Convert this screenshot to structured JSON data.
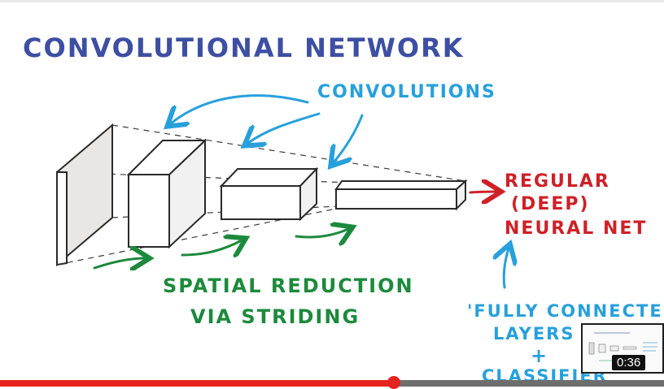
{
  "title": "CONVOLUTIONAL NETWORK",
  "labels": {
    "convolutions": "CONVOLUTIONS",
    "regular_line1": "REGULAR",
    "regular_line2": "(DEEP)",
    "regular_line3": "NEURAL NET",
    "spatial_line1": "SPATIAL REDUCTION",
    "spatial_line2": "VIA STRIDING",
    "fc_line1": "'FULLY CONNECTED'",
    "fc_line2": "LAYERS",
    "fc_plus": "+",
    "fc_line3": "CLASSIFIER"
  },
  "player": {
    "progress_fraction": 0.593,
    "preview_time": "0:36"
  },
  "colors": {
    "title": "#3d4fa3",
    "convolutions": "#27a0dc",
    "regular": "#cf2027",
    "spatial": "#1c8a3c",
    "fully_connected": "#27a0dc",
    "progress": "#e52421"
  }
}
